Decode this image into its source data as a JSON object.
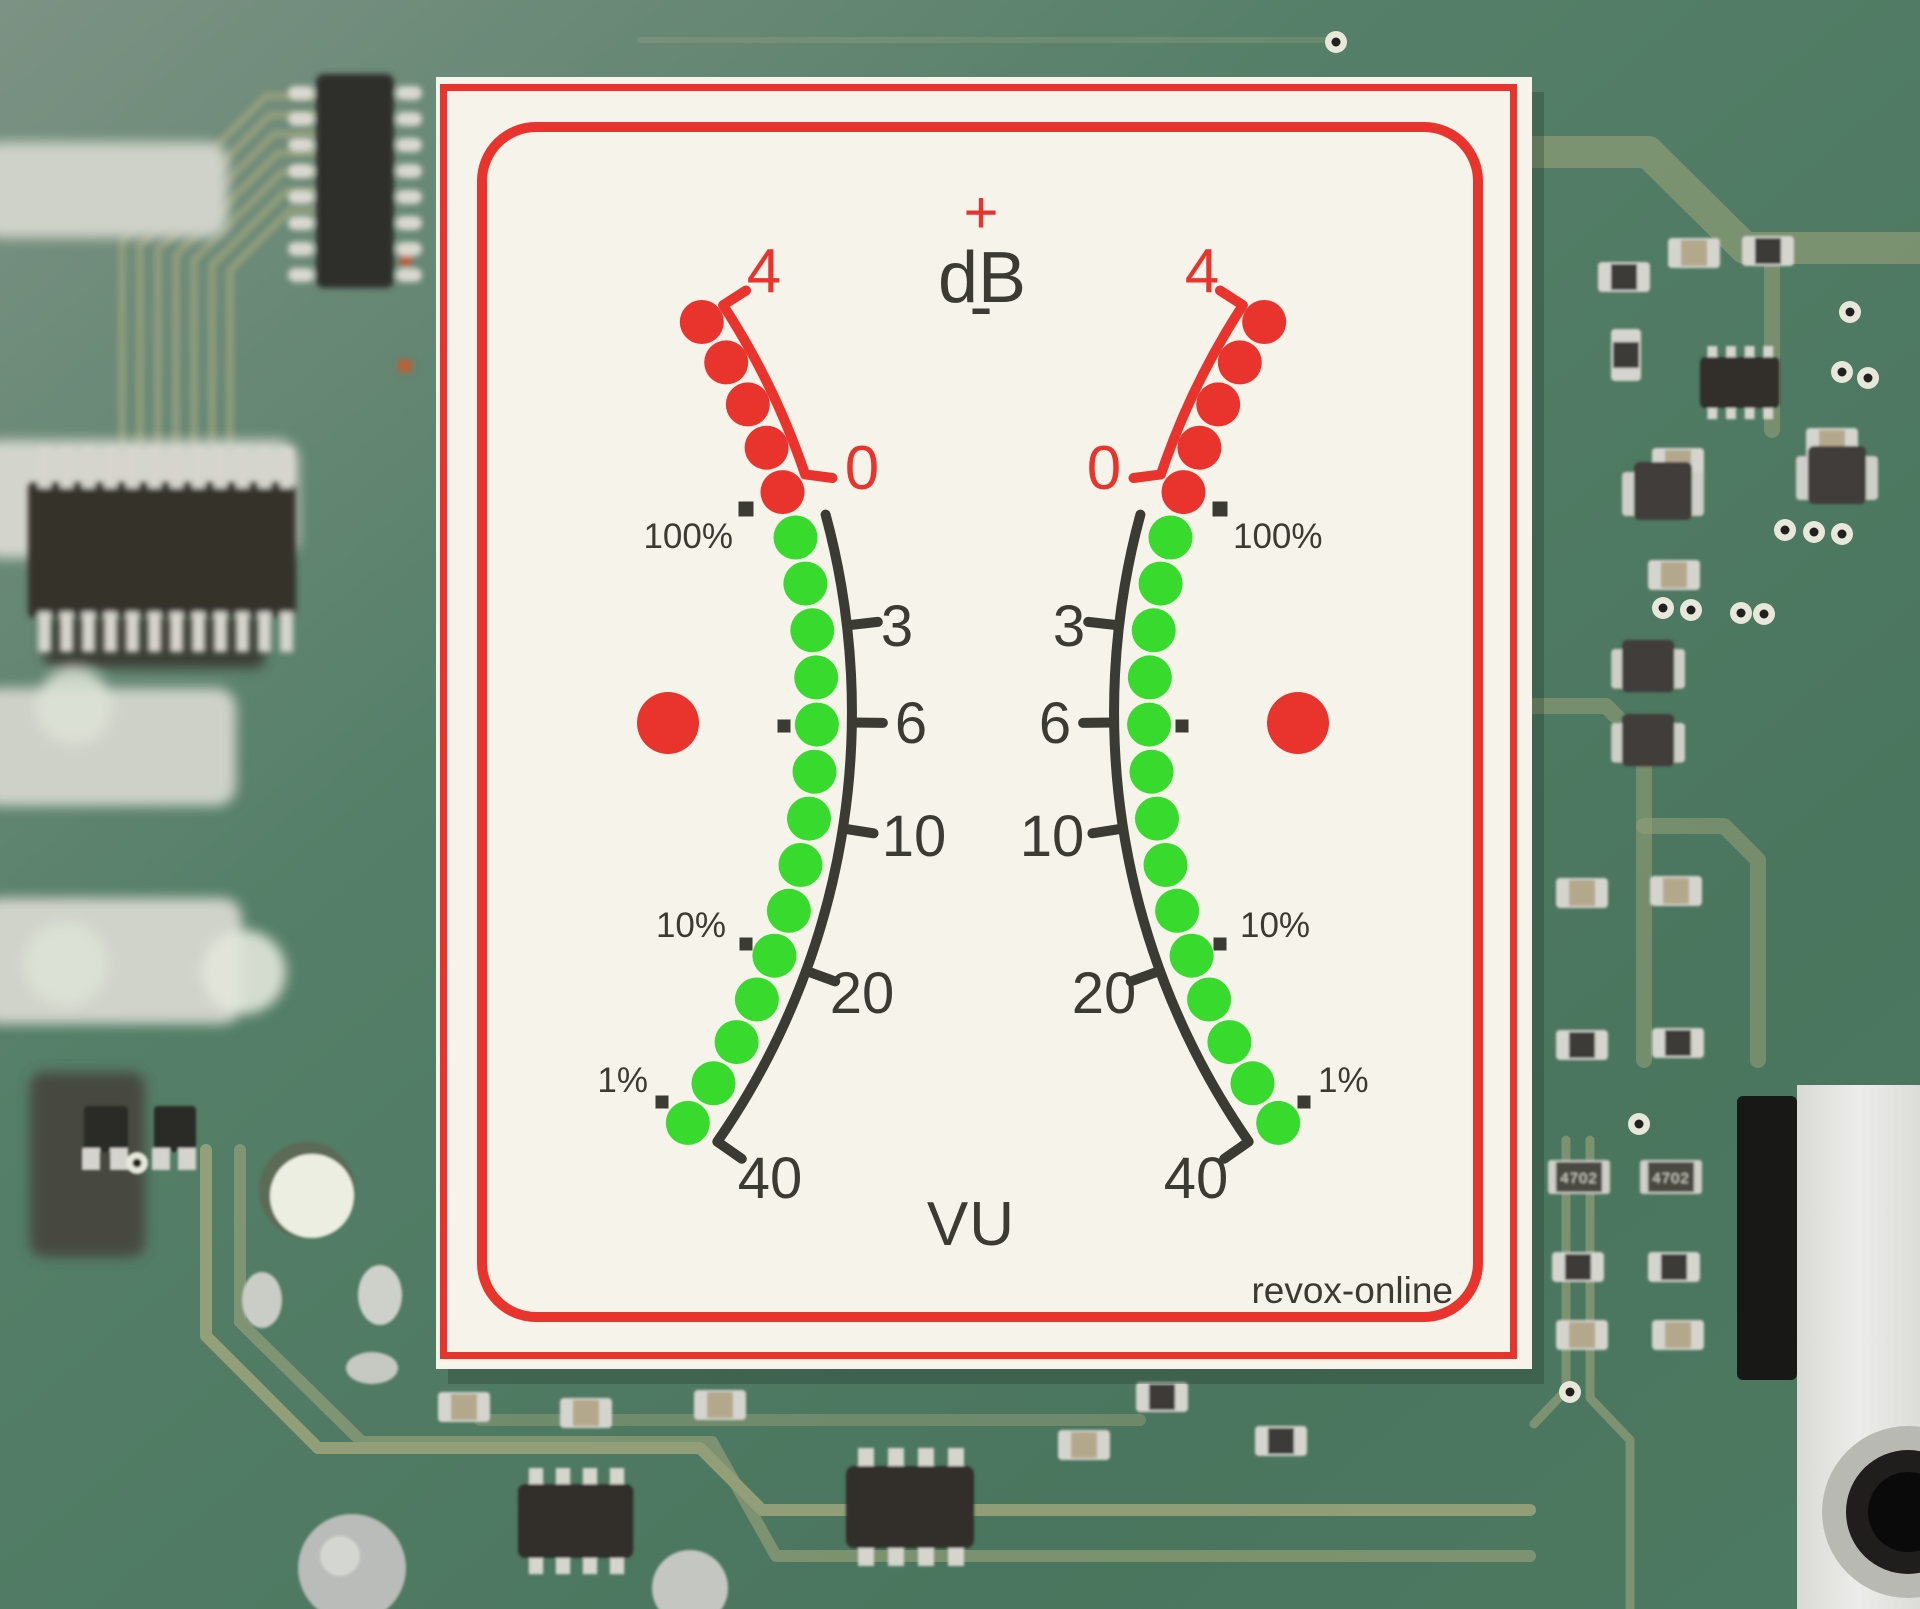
{
  "meter_panel": {
    "header": {
      "plus": "+",
      "unit": "dB",
      "minus": "-"
    },
    "scale": {
      "over": "4",
      "zero": "0",
      "minus3": "3",
      "minus6": "6",
      "minus10": "10",
      "minus20": "20",
      "minus40": "40",
      "pct100": "100%",
      "pct10": "10%",
      "pct1": "1%"
    },
    "footer": {
      "meter_type": "VU",
      "watermark": "revox-online"
    },
    "leds": {
      "channels": 2,
      "red_per_channel": 5,
      "green_per_channel": 14,
      "big_red_indicator_per_channel": 1
    },
    "colors": {
      "panel_bg": "#f6f3ea",
      "scale_red": "#e8342c",
      "led_green": "#38da2e",
      "ink": "#3c3b33",
      "pcb_green": "#507c65"
    }
  },
  "pcb": {
    "chip_labels": [
      "4702",
      "4702"
    ]
  }
}
